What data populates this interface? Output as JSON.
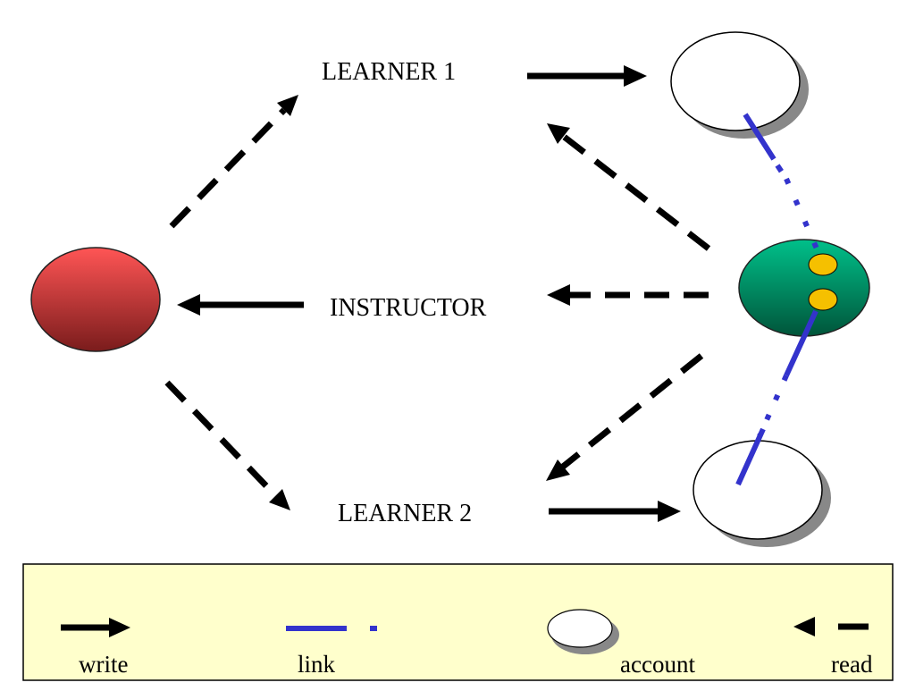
{
  "nodes": {
    "learner1": "LEARNER 1",
    "instructor": "INSTRUCTOR",
    "learner2": "LEARNER 2"
  },
  "legend": {
    "write": "write",
    "link": "link",
    "account": "account",
    "read": "read"
  },
  "colors": {
    "arrow": "#000000",
    "link": "#3333cc",
    "legend_bg": "#ffffcc",
    "red_node": "#d94a4a",
    "green_node": "#009966",
    "yellow_dot": "#f5c000",
    "account_fill": "#ffffff",
    "account_shadow": "#888888"
  }
}
